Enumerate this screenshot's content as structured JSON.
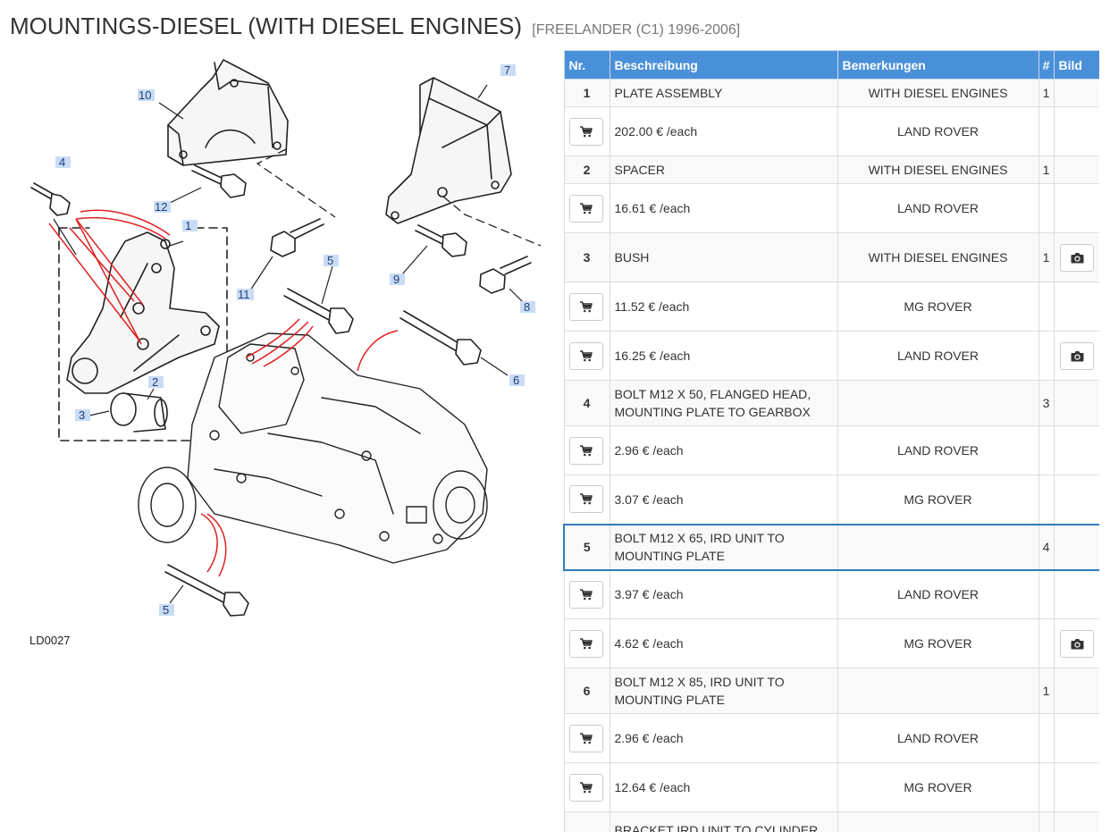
{
  "header": {
    "title": "MOUNTINGS-DIESEL (WITH DIESEL ENGINES)",
    "subtitle": "[FREELANDER (C1) 1996-2006]"
  },
  "diagram": {
    "reference": "LD0027",
    "callouts": [
      "1",
      "2",
      "3",
      "4",
      "5",
      "5",
      "6",
      "7",
      "8",
      "9",
      "10",
      "11",
      "12"
    ]
  },
  "table": {
    "columns": [
      "Nr.",
      "Beschreibung",
      "Bemerkungen",
      "#",
      "Bild"
    ],
    "rows": [
      {
        "type": "part",
        "nr": "1",
        "desc": "PLATE ASSEMBLY",
        "remark": "WITH DIESEL ENGINES",
        "qty": "1",
        "has_image": false
      },
      {
        "type": "offer",
        "price": "202.00 € /each",
        "brand": "LAND ROVER",
        "has_image": false
      },
      {
        "type": "part",
        "nr": "2",
        "desc": "SPACER",
        "remark": "WITH DIESEL ENGINES",
        "qty": "1",
        "has_image": false
      },
      {
        "type": "offer",
        "price": "16.61 € /each",
        "brand": "LAND ROVER",
        "has_image": false
      },
      {
        "type": "part",
        "nr": "3",
        "desc": "BUSH",
        "remark": "WITH DIESEL ENGINES",
        "qty": "1",
        "has_image": true
      },
      {
        "type": "offer",
        "price": "11.52 € /each",
        "brand": "MG ROVER",
        "has_image": false
      },
      {
        "type": "offer",
        "price": "16.25 € /each",
        "brand": "LAND ROVER",
        "has_image": true
      },
      {
        "type": "part",
        "nr": "4",
        "desc": "BOLT M12 X 50, FLANGED HEAD, MOUNTING PLATE TO GEARBOX",
        "remark": "",
        "qty": "3",
        "has_image": false
      },
      {
        "type": "offer",
        "price": "2.96 € /each",
        "brand": "LAND ROVER",
        "has_image": false
      },
      {
        "type": "offer",
        "price": "3.07 € /each",
        "brand": "MG ROVER",
        "has_image": false
      },
      {
        "type": "part",
        "nr": "5",
        "desc": "BOLT M12 X 65, IRD UNIT TO MOUNTING PLATE",
        "remark": "",
        "qty": "4",
        "has_image": false,
        "selected": true
      },
      {
        "type": "offer",
        "price": "3.97 € /each",
        "brand": "LAND ROVER",
        "has_image": false
      },
      {
        "type": "offer",
        "price": "4.62 € /each",
        "brand": "MG ROVER",
        "has_image": true
      },
      {
        "type": "part",
        "nr": "6",
        "desc": "BOLT M12 X 85, IRD UNIT TO MOUNTING PLATE",
        "remark": "",
        "qty": "1",
        "has_image": false
      },
      {
        "type": "offer",
        "price": "2.96 € /each",
        "brand": "LAND ROVER",
        "has_image": false
      },
      {
        "type": "offer",
        "price": "12.64 € /each",
        "brand": "MG ROVER",
        "has_image": false
      },
      {
        "type": "part",
        "nr": "",
        "desc": "BRACKET IRD UNIT TO CYLINDER",
        "remark": "",
        "qty": "",
        "has_image": false
      }
    ]
  },
  "icons": {
    "cart": "shopping-cart-icon",
    "camera": "camera-icon"
  },
  "colors": {
    "header_bg": "#4a90d9",
    "selected_border": "#337ab7",
    "callout_bg": "#c9dcf5",
    "annotation_red": "#e02020"
  }
}
